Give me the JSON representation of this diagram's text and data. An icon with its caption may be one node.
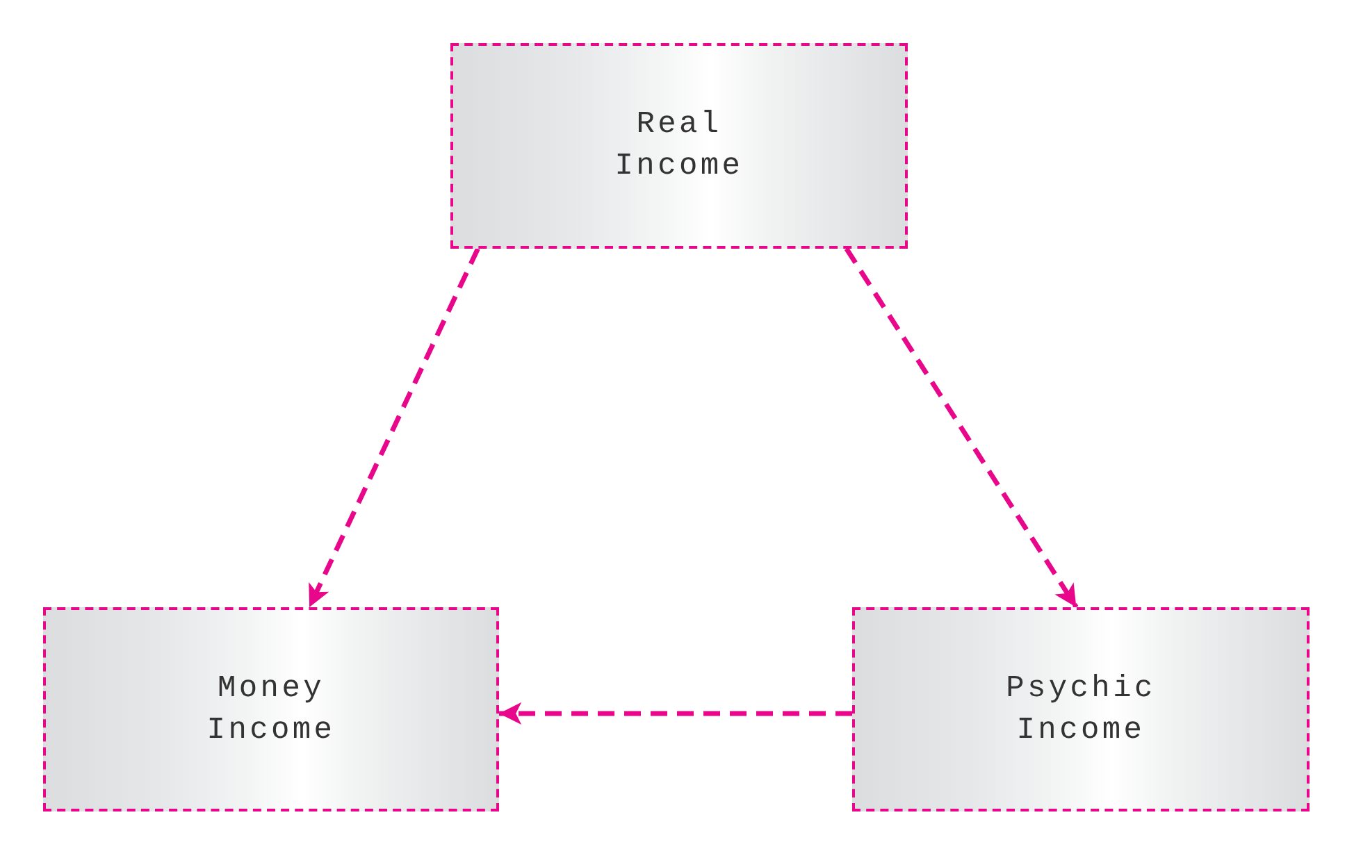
{
  "diagram": {
    "nodes": [
      {
        "text": [
          "Real Income"
        ]
      },
      {
        "text": [
          "Money Income"
        ]
      },
      {
        "text": [
          "Psychic Income"
        ]
      }
    ],
    "edges": [
      {
        "from": 0,
        "to": 1,
        "arrow": "to",
        "style": "dashed"
      },
      {
        "from": 0,
        "to": 2,
        "arrow": "to",
        "style": "dashed"
      },
      {
        "from": 2,
        "to": 1,
        "arrow": "to",
        "style": "dashed"
      }
    ]
  }
}
